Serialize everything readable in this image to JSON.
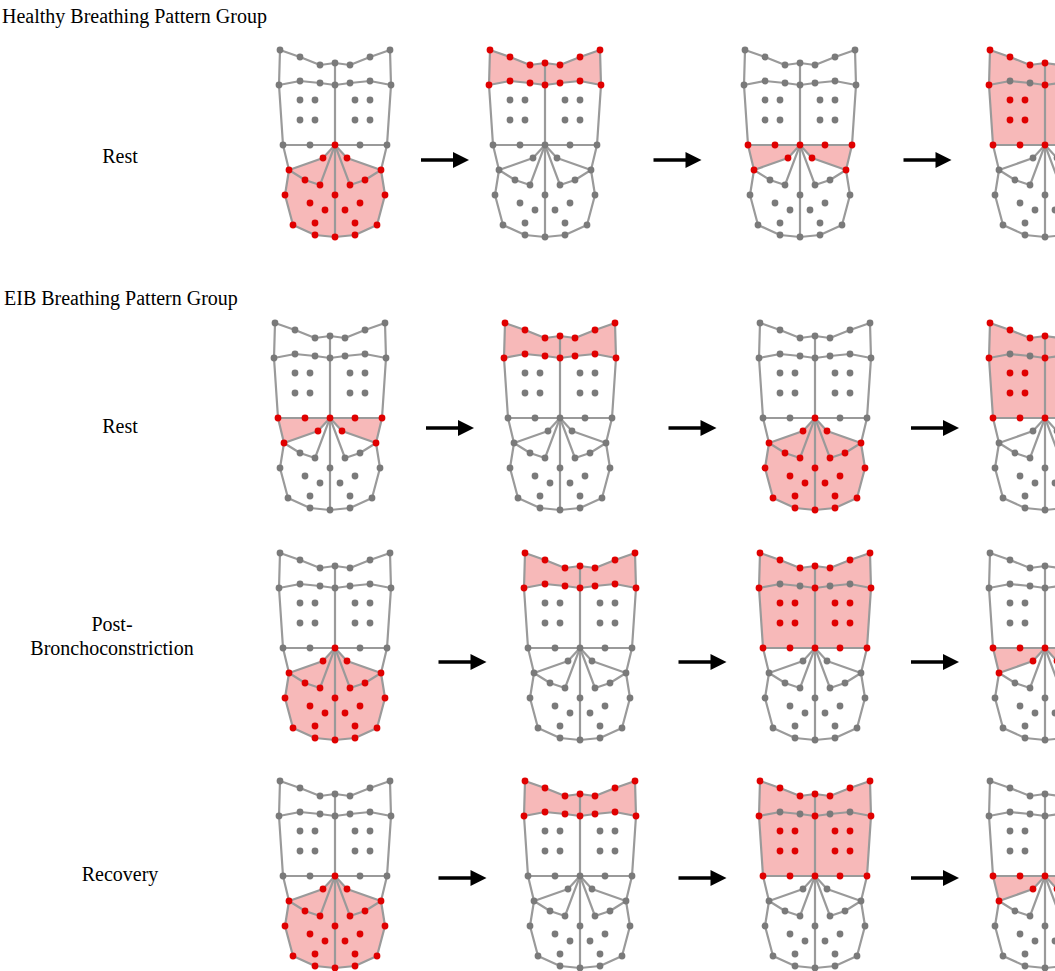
{
  "diagram": {
    "labels": [
      "Healthy Breathing Pattern Group",
      "Rest",
      "EIB Breathing Pattern Group",
      "Rest",
      "Post- Bronchoconstriction",
      "Recovery"
    ]
  }
}
